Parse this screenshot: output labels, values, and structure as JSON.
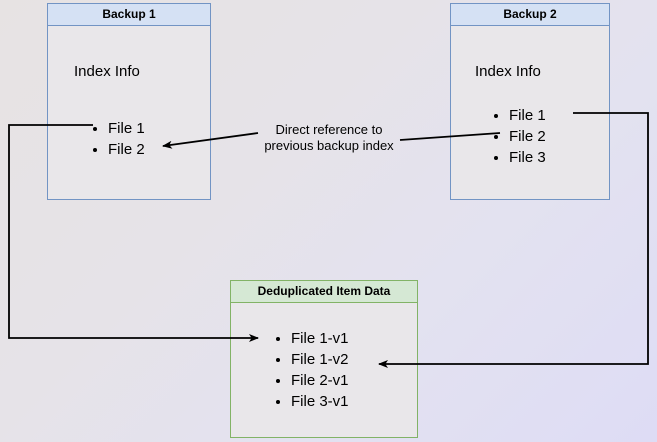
{
  "diagram": {
    "title_hidden": "",
    "background_gradient_from": "#e7e3e3",
    "background_gradient_to": "#dedcf5",
    "accent_blue": "#7294c4",
    "accent_blue_fill": "#d5e1f4",
    "accent_green": "#82b366",
    "accent_green_fill": "#d5e8d4",
    "body_fill": "#e9e7ea",
    "edge_color": "#000000"
  },
  "boxes": {
    "backup1": {
      "header": "Backup 1",
      "subtitle": "Index Info",
      "items": [
        "File 1",
        "File 2"
      ]
    },
    "backup2": {
      "header": "Backup 2",
      "subtitle": "Index Info",
      "items": [
        "File 1",
        "File 2",
        "File 3"
      ]
    },
    "dedup": {
      "header": "Deduplicated Item Data",
      "items": [
        "File 1-v1",
        "File 1-v2",
        "File 2-v1",
        "File 3-v1"
      ]
    }
  },
  "annotations": {
    "direct_reference": "Direct reference to\nprevious backup index"
  }
}
